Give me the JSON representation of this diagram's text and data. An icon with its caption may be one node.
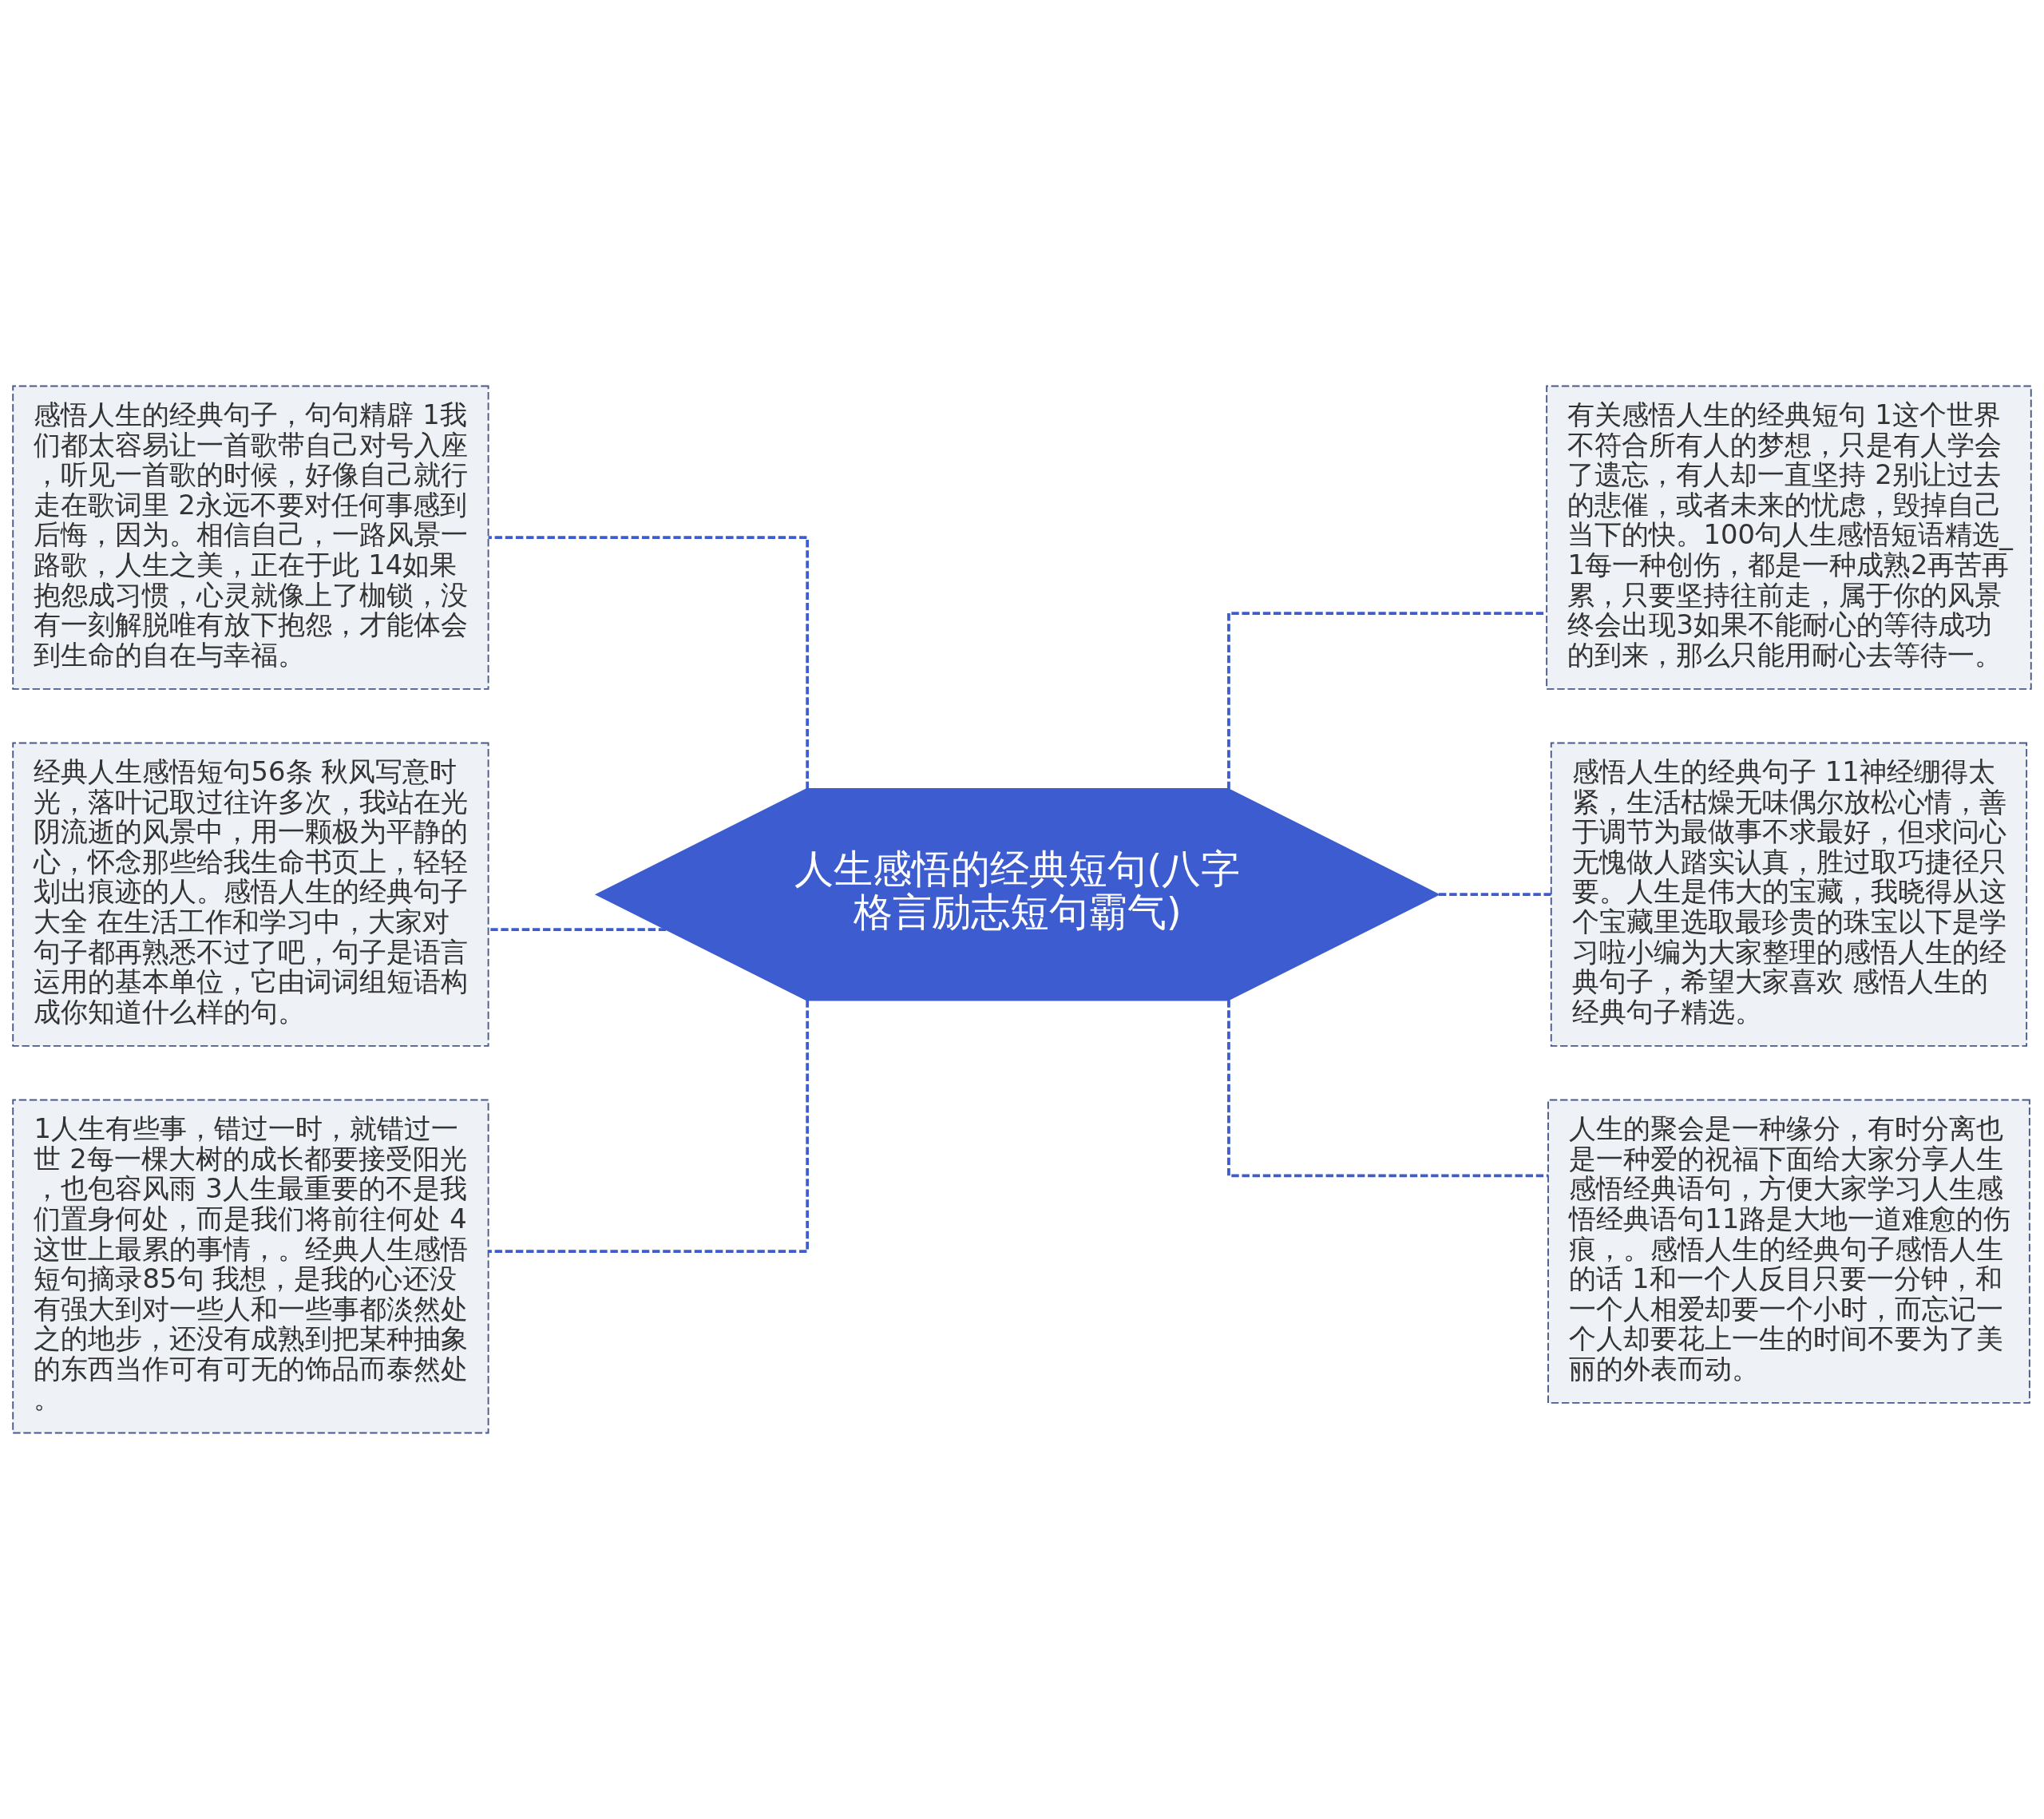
{
  "diagram": {
    "nodes": [
      {
        "text": [
          "人生感悟的经典短句(八字格言励志短句霸气)"
        ]
      },
      {
        "text": [
          "感悟人生的经典句子，句句精辟 1我们都太容易让一首歌带自己对号入座，听见一首歌的时候，好像自己就行走在歌词里 2永远不要对任何事感到后悔，因为。相信自己，一路风景一路歌，人生之美，正在于此 14如果抱怨成习惯，心灵就像上了枷锁，没有一刻解脱唯有放下抱怨，才能体会到生命的自在与幸福。"
        ]
      },
      {
        "text": [
          "经典人生感悟短句56条 秋风写意时光，落叶记取过往许多次，我站在光阴流逝的风景中，用一颗极为平静的心，怀念那些给我生命书页上，轻轻划出痕迹的人。感悟人生的经典句子大全 在生活工作和学习中，大家对句子都再熟悉不过了吧，句子是语言运用的基本单位，它由词词组短语构成你知道什么样的句。"
        ]
      },
      {
        "text": [
          "1人生有些事，错过一时，就错过一世 2每一棵大树的成长都要接受阳光，也包容风雨 3人生最重要的不是我们置身何处，而是我们将前往何处 4这世上最累的事情，。经典人生感悟短句摘录85句 我想，是我的心还没有强大到对一些人和一些事都淡然处之的地步，还没有成熟到把某种抽象的东西当作可有可无的饰品而泰然处。"
        ]
      },
      {
        "text": [
          "有关感悟人生的经典短句 1这个世界不符合所有人的梦想，只是有人学会了遗忘，有人却一直坚持 2别让过去的悲催，或者未来的忧虑，毁掉自己当下的快。100句人生感悟短语精选_1每一种创伤，都是一种成熟2再苦再累，只要坚持往前走，属于你的风景终会出现3如果不能耐心的等待成功的到来，那么只能用耐心去等待一。"
        ]
      },
      {
        "text": [
          "感悟人生的经典句子 11神经绷得太紧，生活枯燥无味偶尔放松心情，善于调节为最做事不求最好，但求问心无愧做人踏实认真，胜过取巧捷径只要。人生是伟大的宝藏，我晓得从这个宝藏里选取最珍贵的珠宝以下是学习啦小编为大家整理的感悟人生的经典句子，希望大家喜欢 感悟人生的经典句子精选。"
        ]
      },
      {
        "text": [
          "人生的聚会是一种缘分，有时分离也是一种爱的祝福下面给大家分享人生感悟经典语句，方便大家学习人生感悟经典语句11路是大地一道难愈的伤痕，。感悟人生的经典句子感悟人生的话 1和一个人反目只要一分钟，和一个人相爱却要一个小时，而忘记一个人却要花上一生的时间不要为了美丽的外表而动。"
        ]
      }
    ],
    "edges": [
      {
        "from": 0,
        "to": 1,
        "arrow": "none",
        "style": "dashed"
      },
      {
        "from": 0,
        "to": 2,
        "arrow": "none",
        "style": "dashed"
      },
      {
        "from": 0,
        "to": 3,
        "arrow": "none",
        "style": "dashed"
      },
      {
        "from": 0,
        "to": 4,
        "arrow": "none",
        "style": "dashed"
      },
      {
        "from": 0,
        "to": 5,
        "arrow": "none",
        "style": "dashed"
      },
      {
        "from": 0,
        "to": 6,
        "arrow": "none",
        "style": "dashed"
      }
    ]
  }
}
